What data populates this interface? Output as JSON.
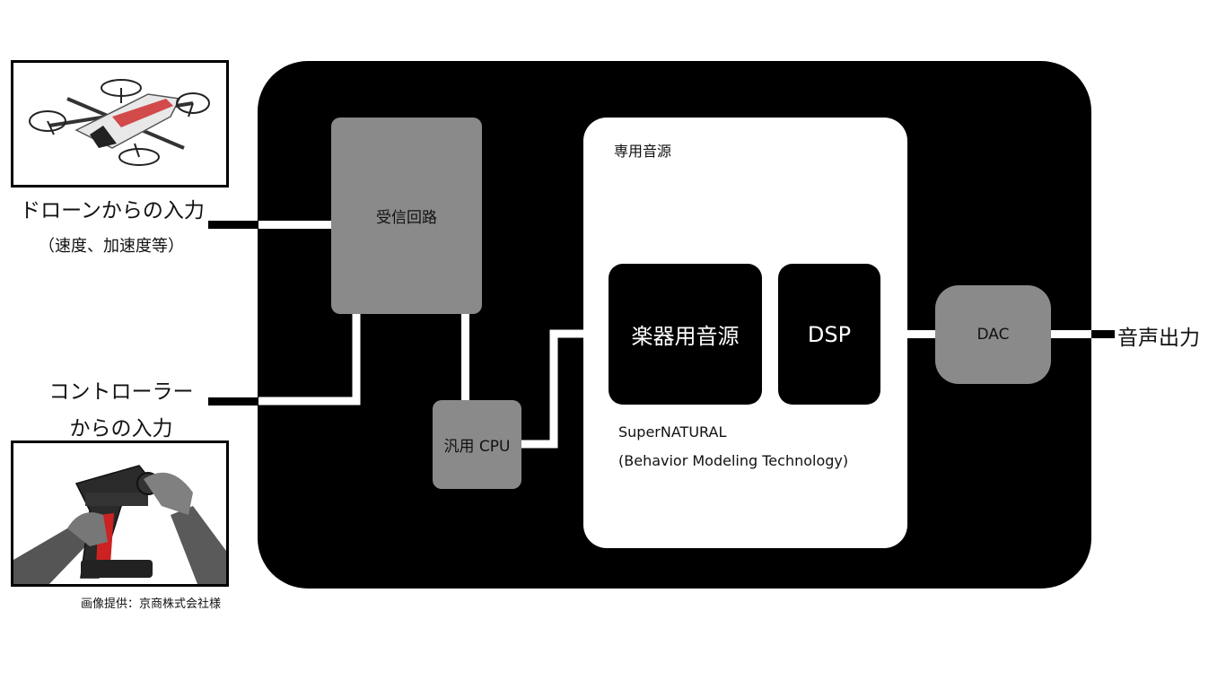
{
  "inputs": {
    "drone_label": "ドローンからの入力",
    "drone_sub": "（速度、加速度等）",
    "controller_label_line1": "コントローラー",
    "controller_label_line2": "からの入力",
    "image_credit": "画像提供：京商株式会社様"
  },
  "blocks": {
    "receiver": "受信回路",
    "cpu": "汎用 CPU",
    "dedicated_source_title": "専用音源",
    "instrument_source": "楽器用音源",
    "dsp": "DSP",
    "dac": "DAC",
    "supernatural_line1": "SuperNATURAL",
    "supernatural_line2": "(Behavior Modeling Technology)"
  },
  "output": {
    "label": "音声出力"
  },
  "colors": {
    "board": "#000000",
    "gray_block": "#8a8a8a",
    "panel": "#ffffff",
    "wire": "#ffffff"
  }
}
